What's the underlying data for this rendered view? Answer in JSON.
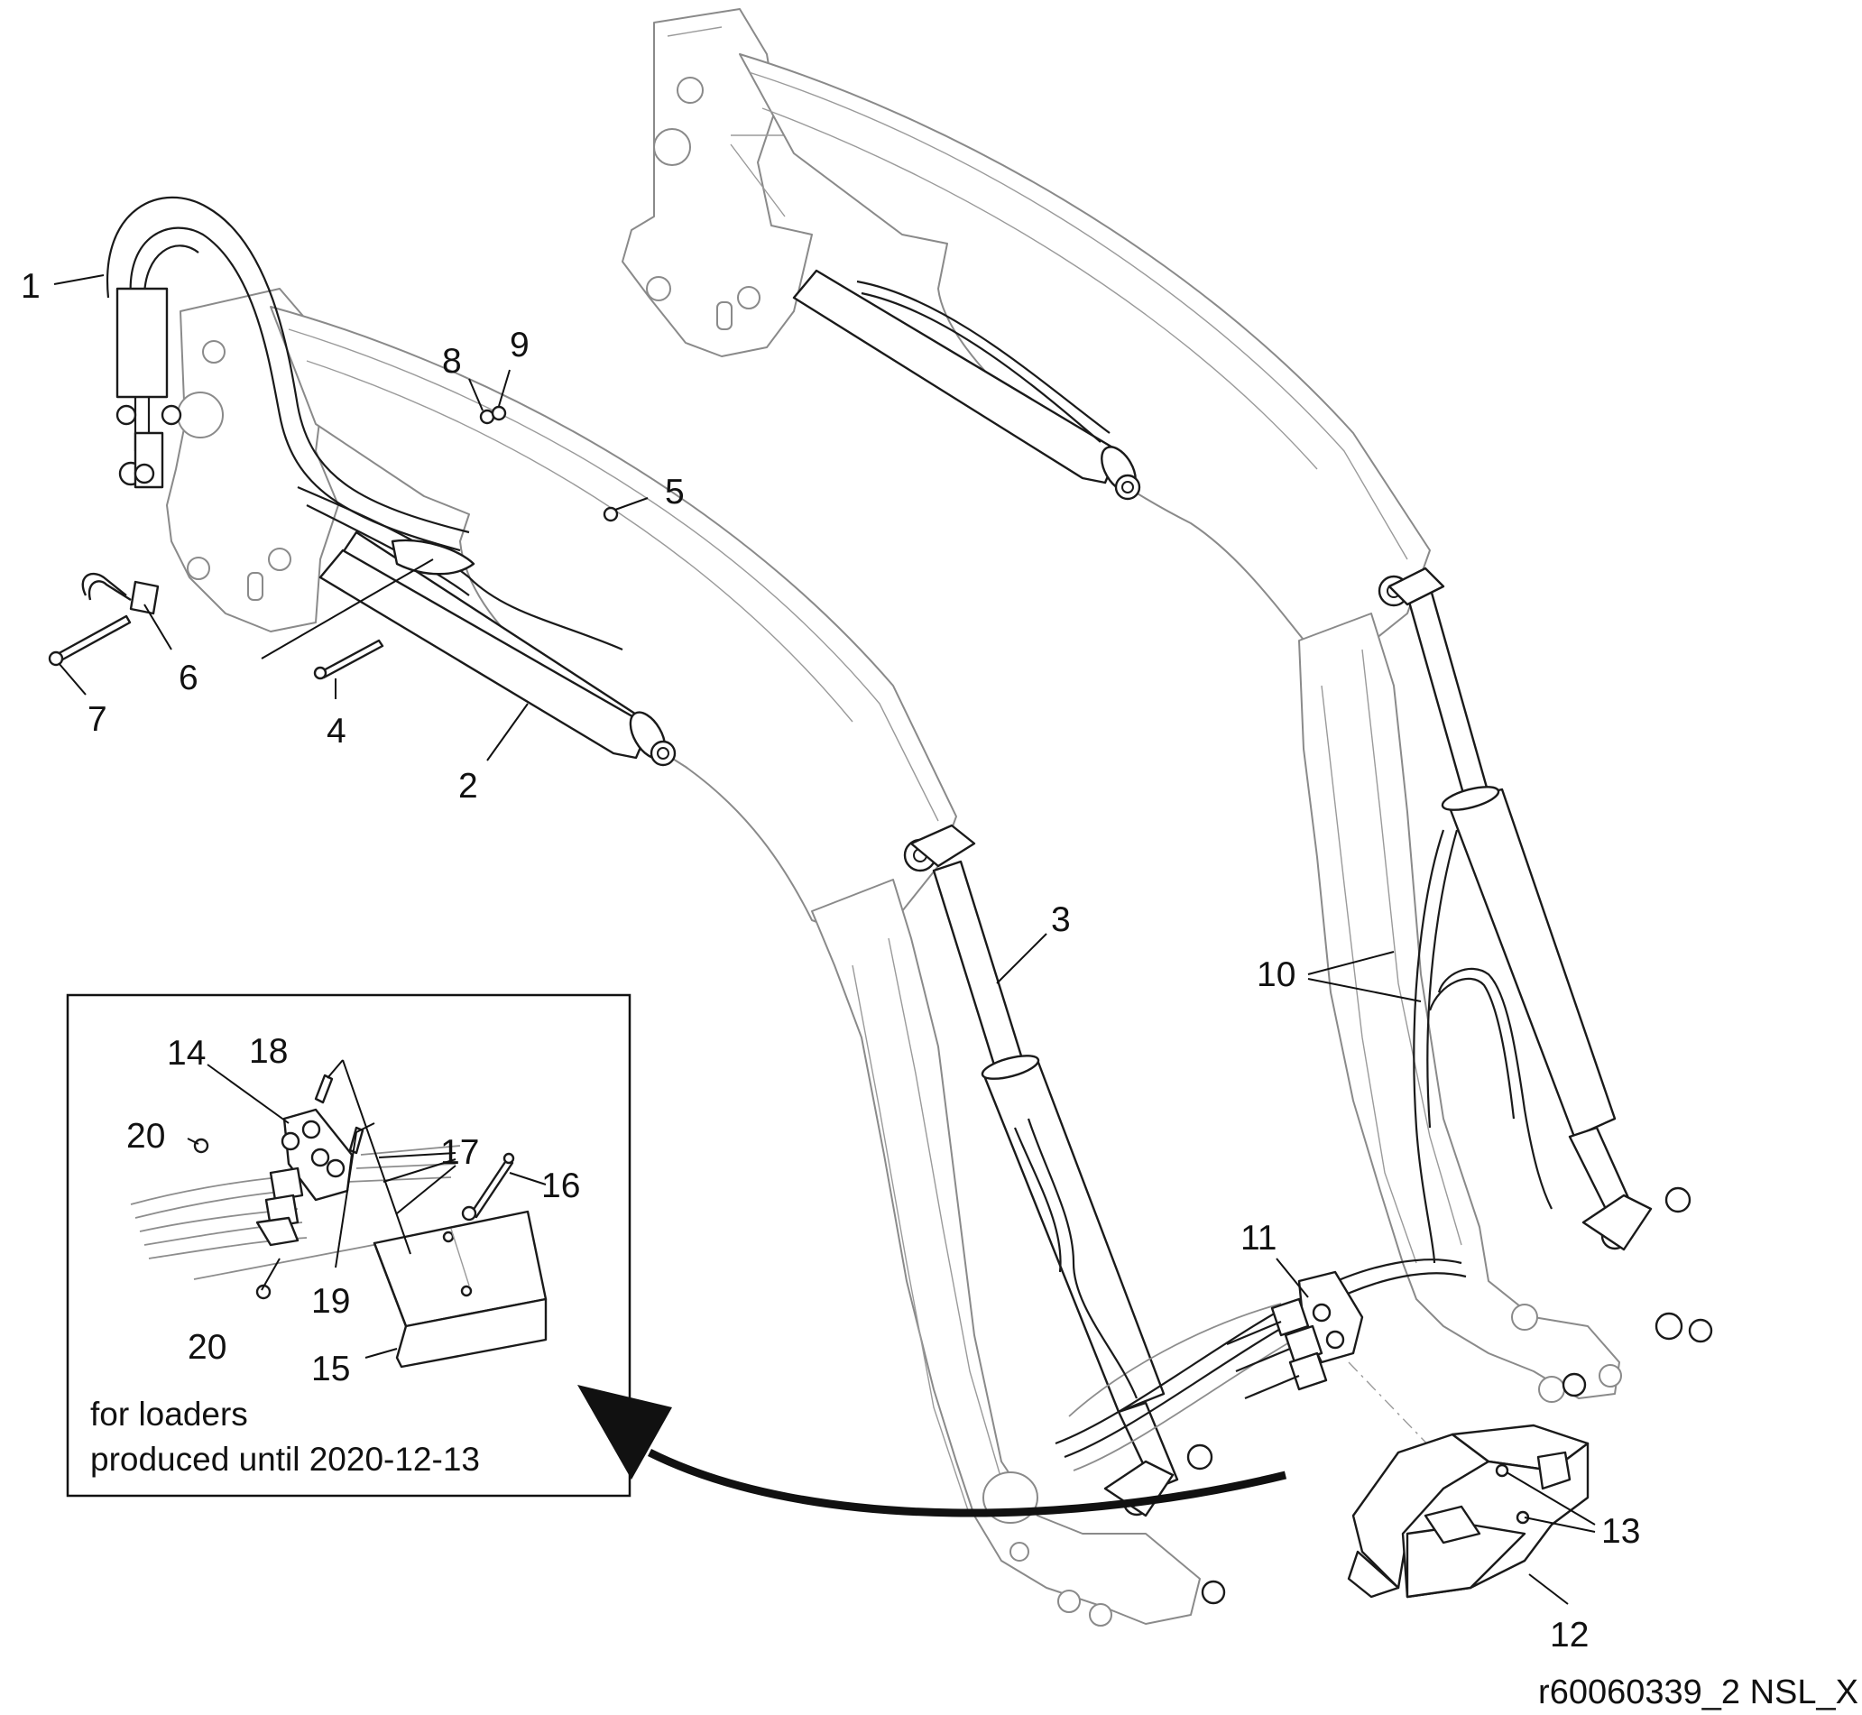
{
  "callouts": {
    "c1": "1",
    "c2": "2",
    "c3": "3",
    "c4": "4",
    "c5": "5",
    "c6": "6",
    "c7": "7",
    "c8": "8",
    "c9": "9",
    "c10": "10",
    "c11": "11",
    "c12": "12",
    "c13": "13",
    "c14": "14",
    "c15": "15",
    "c16": "16",
    "c17": "17",
    "c18": "18",
    "c19": "19",
    "c20a": "20",
    "c20b": "20"
  },
  "inset_note": {
    "line1": "for loaders",
    "line2": "produced until 2020-12-13"
  },
  "reference_code": "r60060339_2 NSL_X"
}
